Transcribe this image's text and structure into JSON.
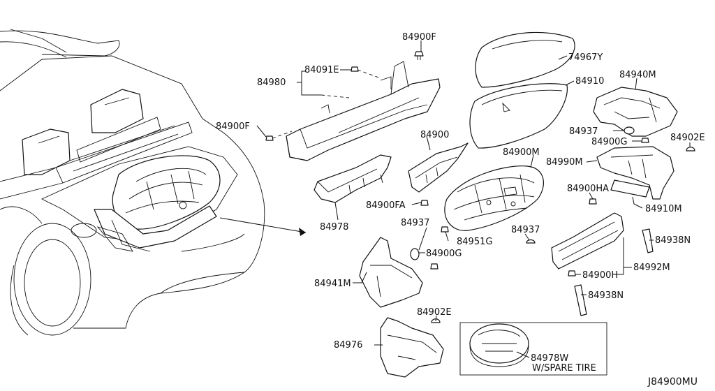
{
  "labels": {
    "p84900F_top": "84900F",
    "p84091E": "84091E",
    "p84980": "84980",
    "p84900F_left": "84900F",
    "p84978": "84978",
    "p84900": "84900",
    "p84900FA": "84900FA",
    "p84937_mid": "84937",
    "p84951G": "84951G",
    "p84900G_mid": "84900G",
    "p84941M": "84941M",
    "p84902E_bottom": "84902E",
    "p84976": "84976",
    "p74967Y": "74967Y",
    "p84910": "84910",
    "p84900M": "84900M",
    "p84940M": "84940M",
    "p84937_right": "84937",
    "p84900G_right": "84900G",
    "p84902E_right": "84902E",
    "p84990M": "84990M",
    "p84900HA": "84900HA",
    "p84910M": "84910M",
    "p84937_lower": "84937",
    "p84938N_top": "84938N",
    "p84900H": "84900H",
    "p84992M": "84992M",
    "p84938N_bottom": "84938N",
    "p84978W": "84978W",
    "spare_tire_note": "W/SPARE TIRE",
    "figure_id": "J84900MU"
  }
}
